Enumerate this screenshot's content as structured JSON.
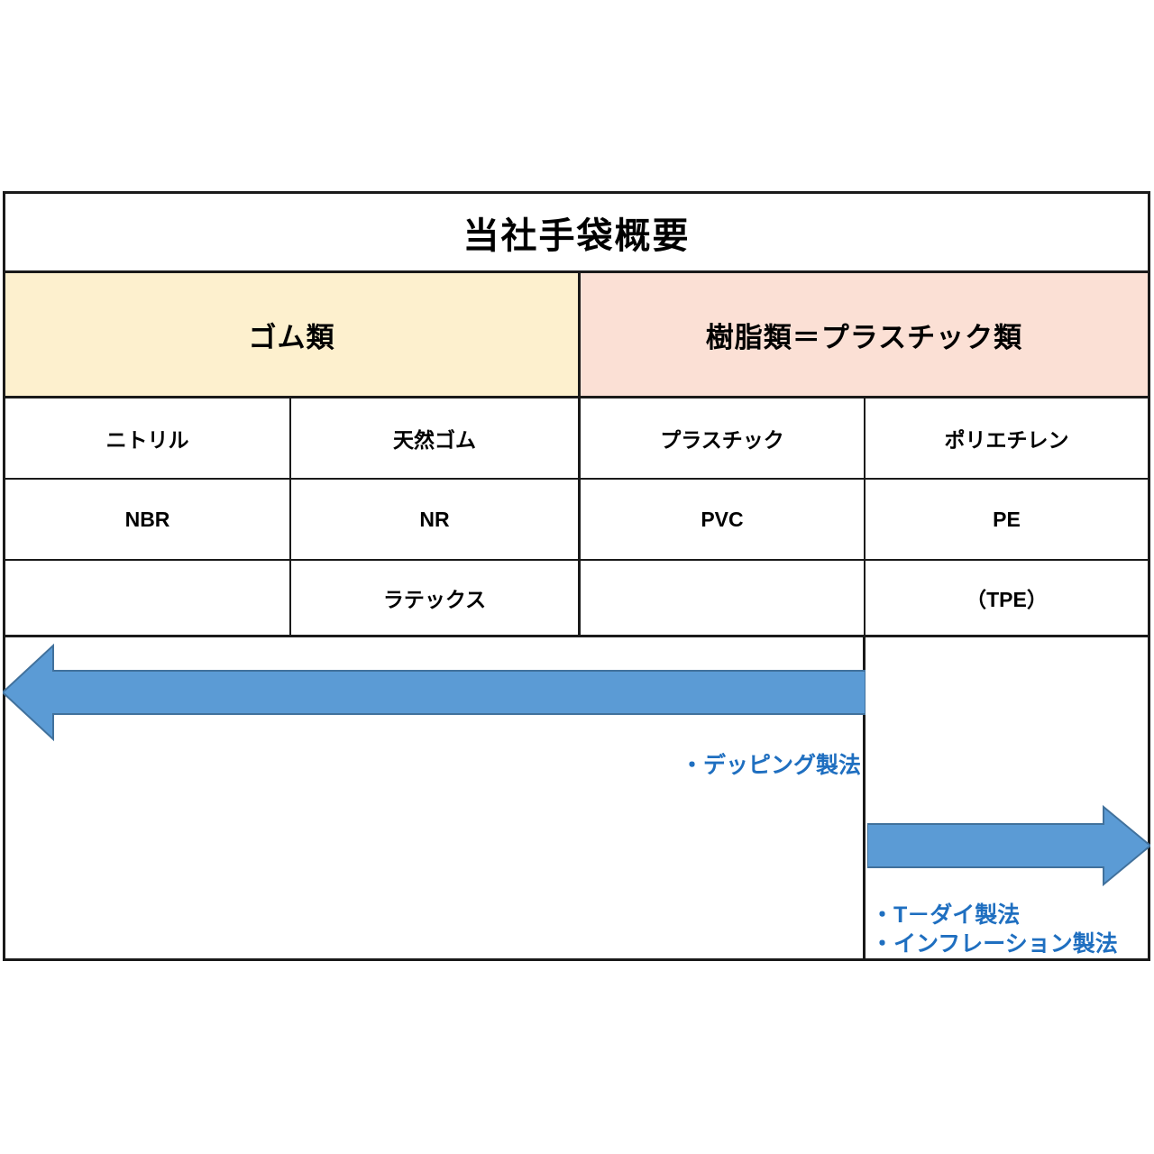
{
  "document": {
    "title": "当社手袋概要"
  },
  "table": {
    "categories": [
      {
        "label": "ゴム類",
        "color": "#FDF0CE"
      },
      {
        "label": "樹脂類＝プラスチック類",
        "color": "#FBE0D5"
      }
    ],
    "columns": [
      {
        "material": "ニトリル",
        "code": "NBR",
        "extra": ""
      },
      {
        "material": "天然ゴム",
        "code": "NR",
        "extra": "ラテックス"
      },
      {
        "material": "プラスチック",
        "code": "PVC",
        "extra": ""
      },
      {
        "material": "ポリエチレン",
        "code": "PE",
        "extra": "（TPE）"
      }
    ]
  },
  "annotations": {
    "dipping": "・デッピング製法",
    "t_die": "・T－ダイ製法",
    "inflation": "・インフレーション製法",
    "color": "#1F6FC0"
  },
  "arrows": {
    "left": {
      "direction": "left",
      "color": "#5B9BD5",
      "border": "#41719C"
    },
    "right": {
      "direction": "right",
      "color": "#5B9BD5",
      "border": "#41719C"
    }
  }
}
